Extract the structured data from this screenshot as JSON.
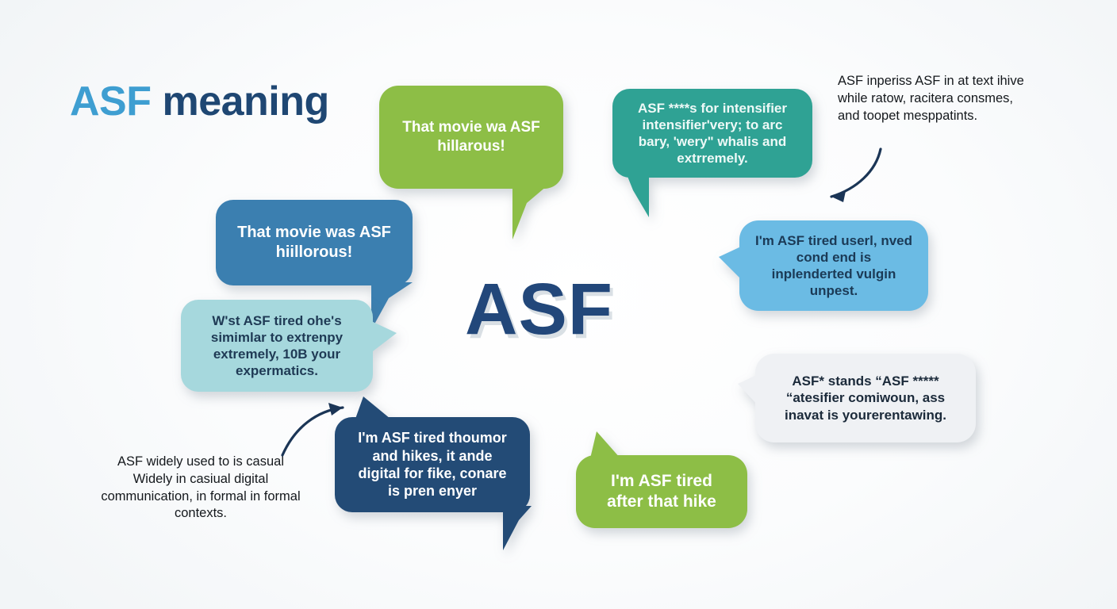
{
  "page": {
    "title": {
      "accent": "ASF ",
      "rest": "meaning"
    },
    "center_word": "ASF",
    "accent_color": "#3E9ED1",
    "title_color": "#1F4773",
    "center_color": "#22477A",
    "background": "#ffffff"
  },
  "bubbles": [
    {
      "id": "green-top",
      "color": "#8DBE46",
      "text_color": "#ffffff",
      "text": "That movie wa ASF hillarous!"
    },
    {
      "id": "teal",
      "color": "#2FA294",
      "text_color": "#eef9f7",
      "text": "ASF ****s for intensifier intensifier'very; to arc bary, 'wery\" whalis and extrremely."
    },
    {
      "id": "blue-left",
      "color": "#3B7FB0",
      "text_color": "#ffffff",
      "text": "That movie was ASF hiillorous!"
    },
    {
      "id": "light-teal",
      "color": "#A6D8DD",
      "text_color": "#1F3A55",
      "text": "W'st ASF tired ohe's simimlar to extrenpy extremely, 10B your expermatics."
    },
    {
      "id": "light-blue",
      "color": "#6BBBE4",
      "text_color": "#1B3A56",
      "text": "I'm ASF tired userl, nved cond end is inplenderted vulgin unpest."
    },
    {
      "id": "white",
      "color": "#EFF1F4",
      "text_color": "#1B2A3A",
      "text": "ASF* stands “ASF ***** “atesifier comiwoun, ass inavat is yourerentawing."
    },
    {
      "id": "navy",
      "color": "#234B76",
      "text_color": "#ffffff",
      "text": "I'm ASF tired thoumor and hikes, it ande digital for fike, conare is pren enyer"
    },
    {
      "id": "green-bottom",
      "color": "#8DBE46",
      "text_color": "#ffffff",
      "text": "I'm ASF tired after that hike"
    }
  ],
  "notes": [
    {
      "id": "top-right",
      "text": "ASF inperiss ASF in at text ihive while ratow, racitera consmes, and toopet mesppatints."
    },
    {
      "id": "bottom-left",
      "text": "ASF widely used to is casual Widely in casiual digital communication, in formal in formal contexts."
    }
  ],
  "arrows": [
    {
      "id": "top-right-arrow",
      "direction": "down-left",
      "color": "#1B3556"
    },
    {
      "id": "bottom-left-arrow",
      "direction": "up-right",
      "color": "#1B3556"
    }
  ]
}
